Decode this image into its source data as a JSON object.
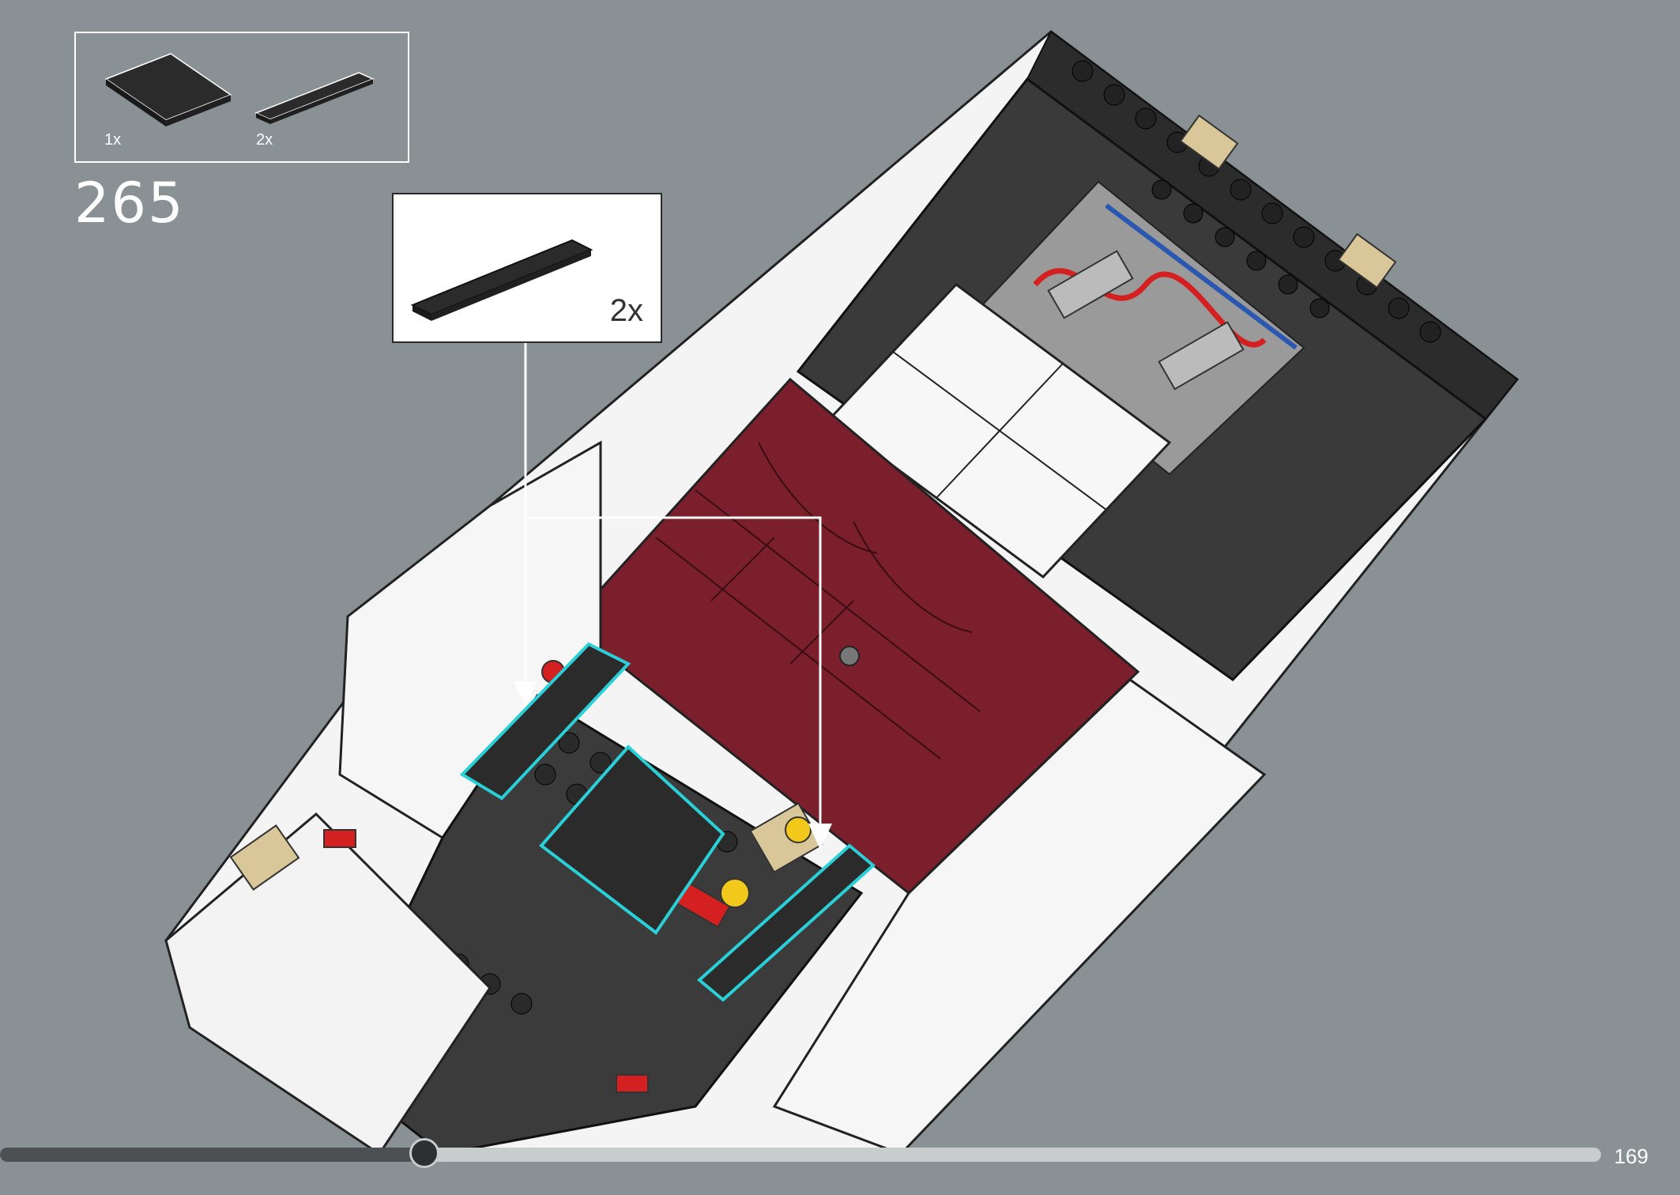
{
  "step": {
    "number": "265"
  },
  "parts_list": [
    {
      "qty": "1x",
      "icon": "tile-4x4-dark-gray-icon"
    },
    {
      "qty": "2x",
      "icon": "tile-1x6-dark-gray-icon"
    }
  ],
  "callout": {
    "qty": "2x",
    "icon": "tile-1x6-dark-gray-icon"
  },
  "page": {
    "number": "169",
    "progress": 0.265
  },
  "colors": {
    "background": "#8a9194",
    "highlight": "#2ad0d8",
    "interior": "#7a1f2b",
    "tile": "#2b2b2b"
  }
}
